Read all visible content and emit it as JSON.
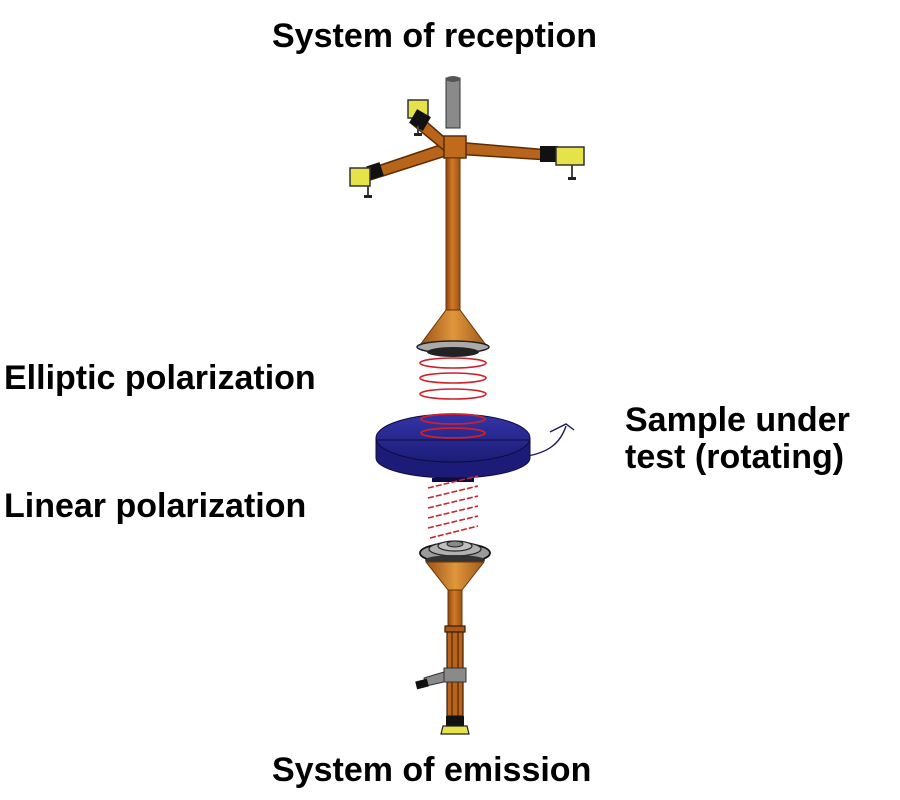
{
  "labels": {
    "reception": "System of reception",
    "emission": "System of emission",
    "elliptic": "Elliptic polarization",
    "linear": "Linear polarization",
    "sample_line1": "Sample under",
    "sample_line2": "test (rotating)"
  },
  "components": {
    "receiver": "receiving antenna array",
    "emitter": "emitting antenna",
    "sample": "rotating sample disk",
    "wave_elliptic": "elliptically polarized wave",
    "wave_linear": "linearly polarized wave",
    "rotation": "rotation direction arrow"
  },
  "colors": {
    "mast": "#c06a1c",
    "mast_dark": "#7a3e0a",
    "sample": "#2a2a9a",
    "sample_dark": "#14146a",
    "wave": "#d0202a",
    "sensor": "#e6e24a",
    "horn": "#9a9a9a",
    "text": "#000000"
  }
}
